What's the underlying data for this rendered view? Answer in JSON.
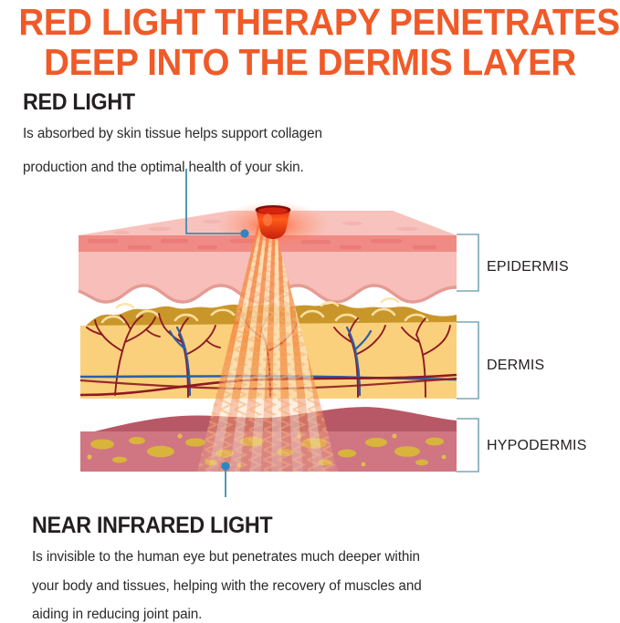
{
  "title": {
    "line1": "RED LIGHT THERAPY PENETRATES",
    "line2": "DEEP INTO THE DERMIS LAYER",
    "color": "#F05A28"
  },
  "red_light": {
    "heading": "RED LIGHT",
    "body_line_1": "Is absorbed by skin tissue helps support collagen",
    "body_line_2": "production and the optimal health of your skin.",
    "connector_color": "#3F8CB0"
  },
  "near_infrared": {
    "heading": "NEAR INFRARED LIGHT",
    "body_line_1": "Is invisible to the human eye but penetrates much deeper within",
    "body_line_2": "your body and tissues, helping with the recovery of muscles and",
    "body_line_3": "aiding in reducing joint pain.",
    "connector_color": "#3F8CB0"
  },
  "layers": [
    {
      "name": "epidermis",
      "label": "EPIDERMIS",
      "color": "#F6B3AE"
    },
    {
      "name": "dermis",
      "label": "DERMIS",
      "color": "#F8CC72"
    },
    {
      "name": "hypodermis",
      "label": "HYPODERMIS",
      "color": "#CD6E78"
    }
  ],
  "illustration": {
    "light_source": "red-led-light",
    "beam_colors": [
      "#F2792F",
      "#FBE3B8",
      "#F9AE6F"
    ],
    "bracket_color": "#7BA7BC",
    "epidermis_surface": "#F9C9C4",
    "epidermis_stratum": "#F08A85",
    "epidermis_body": "#F8BEB9",
    "dermis_top": "#C9962A",
    "dermis_body": "#FAD07C",
    "hypodermis_top": "#B85867",
    "hypodermis_body": "#CF7682",
    "fat_cell_color": "#D8B53A",
    "artery_color": "#9E1B26",
    "vein_color": "#2B5FA8"
  }
}
